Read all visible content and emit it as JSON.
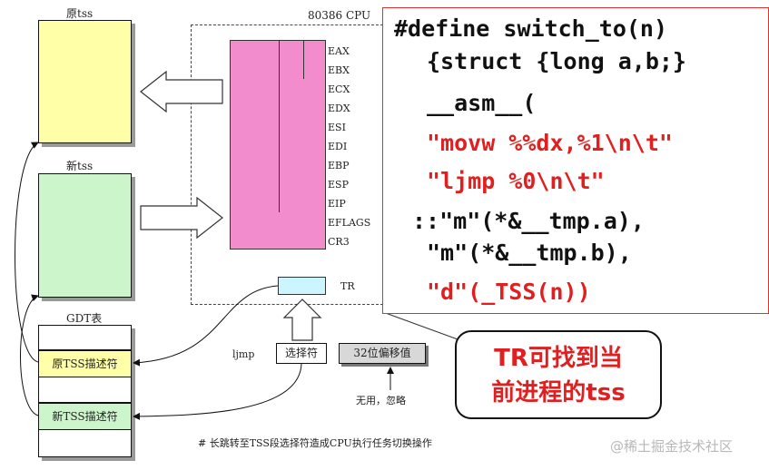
{
  "diagram": {
    "cpu_label": "80386 CPU",
    "old_tss_label": "原tss",
    "new_tss_label": "新tss",
    "gdt_label": "GDT表",
    "old_tss_desc": "原TSS描述符",
    "new_tss_desc": "新TSS描述符",
    "registers": [
      "EAX",
      "EBX",
      "ECX",
      "EDX",
      "ESI",
      "EDI",
      "EBP",
      "ESP",
      "EIP",
      "EFLAGS",
      "CR3"
    ],
    "tr_label": "TR",
    "ljmp_label": "ljmp",
    "selector_label": "选择符",
    "offset_label": "32位偏移值",
    "ignored_label": "无用，忽略",
    "caption": "# 长跳转至TSS段选择符造成CPU执行任务切换操作",
    "colors": {
      "old_tss": "#ffffa8",
      "new_tss": "#ccf5cc",
      "registers": "#f28ccc",
      "tr": "#ccf6ff",
      "red": "#e02020"
    }
  },
  "code": {
    "line1": "#define switch_to(n)",
    "line2": "{struct {long a,b;}",
    "line3": "__asm__(",
    "line4": "\"movw %%dx,%1\\n\\t\"",
    "line5": "\"ljmp %0\\n\\t\"",
    "line6": "::\"m\"(*&__tmp.a),",
    "line7": "\"m\"(*&__tmp.b),",
    "line8": "\"d\"(_TSS(n))"
  },
  "callout": {
    "line1": "TR可找到当",
    "line2": "前进程的tss"
  },
  "watermark": "@稀土掘金技术社区"
}
